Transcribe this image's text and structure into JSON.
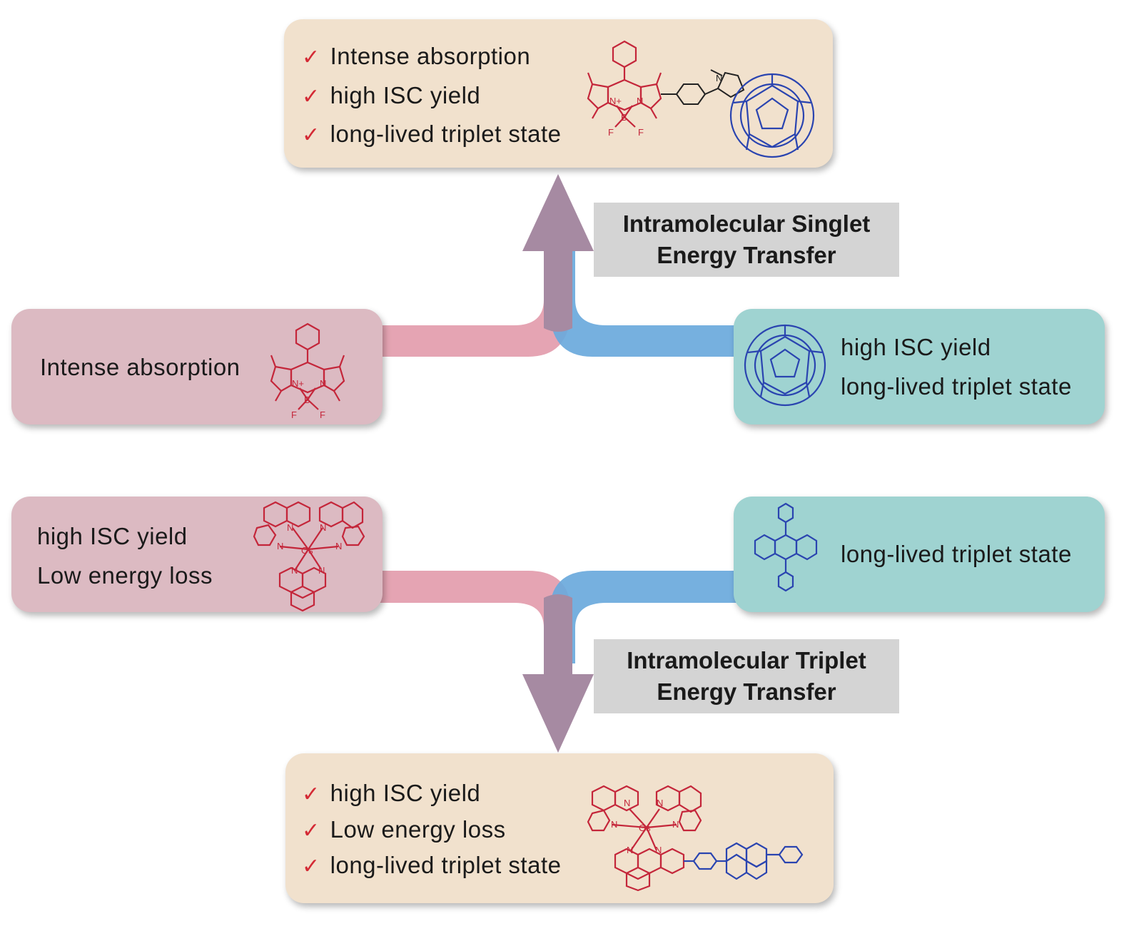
{
  "top_box": {
    "items": [
      "Intense absorption",
      "high ISC yield",
      "long-lived triplet state"
    ],
    "molecule_icon": "bodipy-c60-dyad"
  },
  "singlet_label": {
    "line1": "Intramolecular  Singlet",
    "line2": "Energy Transfer"
  },
  "left_mid_box": {
    "text": "Intense absorption",
    "molecule_icon": "bodipy"
  },
  "right_mid_box": {
    "line1": "high ISC yield",
    "line2": "long-lived  triplet state",
    "molecule_icon": "c60-fullerene"
  },
  "left_low_box": {
    "line1": "high ISC yield",
    "line2": "Low energy loss",
    "molecule_icon": "os-phenanthroline-complex"
  },
  "right_low_box": {
    "text": "long-lived  triplet state",
    "molecule_icon": "diphenylanthracene"
  },
  "triplet_label": {
    "line1": "Intramolecular  Triplet",
    "line2": "Energy Transfer"
  },
  "bottom_box": {
    "items": [
      "high ISC yield",
      "Low energy loss",
      "long-lived  triplet state"
    ],
    "molecule_icon": "os-complex-dpa-dyad"
  },
  "atoms": {
    "N": "N",
    "B": "B",
    "F": "F",
    "Os": "Os",
    "Nplus": "N+"
  },
  "check_mark": "✓",
  "colors": {
    "pink_arrow": "#e39cac",
    "blue_arrow": "#6aa9dc",
    "merged_arrow": "#a68aa2",
    "check": "#d42a35"
  }
}
